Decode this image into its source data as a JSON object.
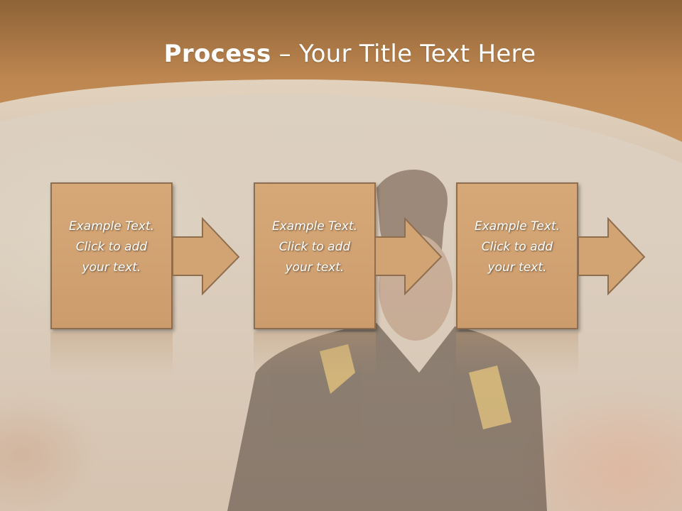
{
  "slide": {
    "title_bold": "Process",
    "title_rest": " – Your Title Text Here"
  },
  "process_steps": [
    {
      "text": "Example Text.\nClick  to add\nyour text."
    },
    {
      "text": "Example Text.\nClick  to add\nyour text."
    },
    {
      "text": "Example Text.\nClick  to add\nyour text."
    }
  ],
  "colors": {
    "header": "#c58a52",
    "box_fill": "#d3a574",
    "box_border": "#8f6e4f",
    "text": "#ffffff"
  }
}
